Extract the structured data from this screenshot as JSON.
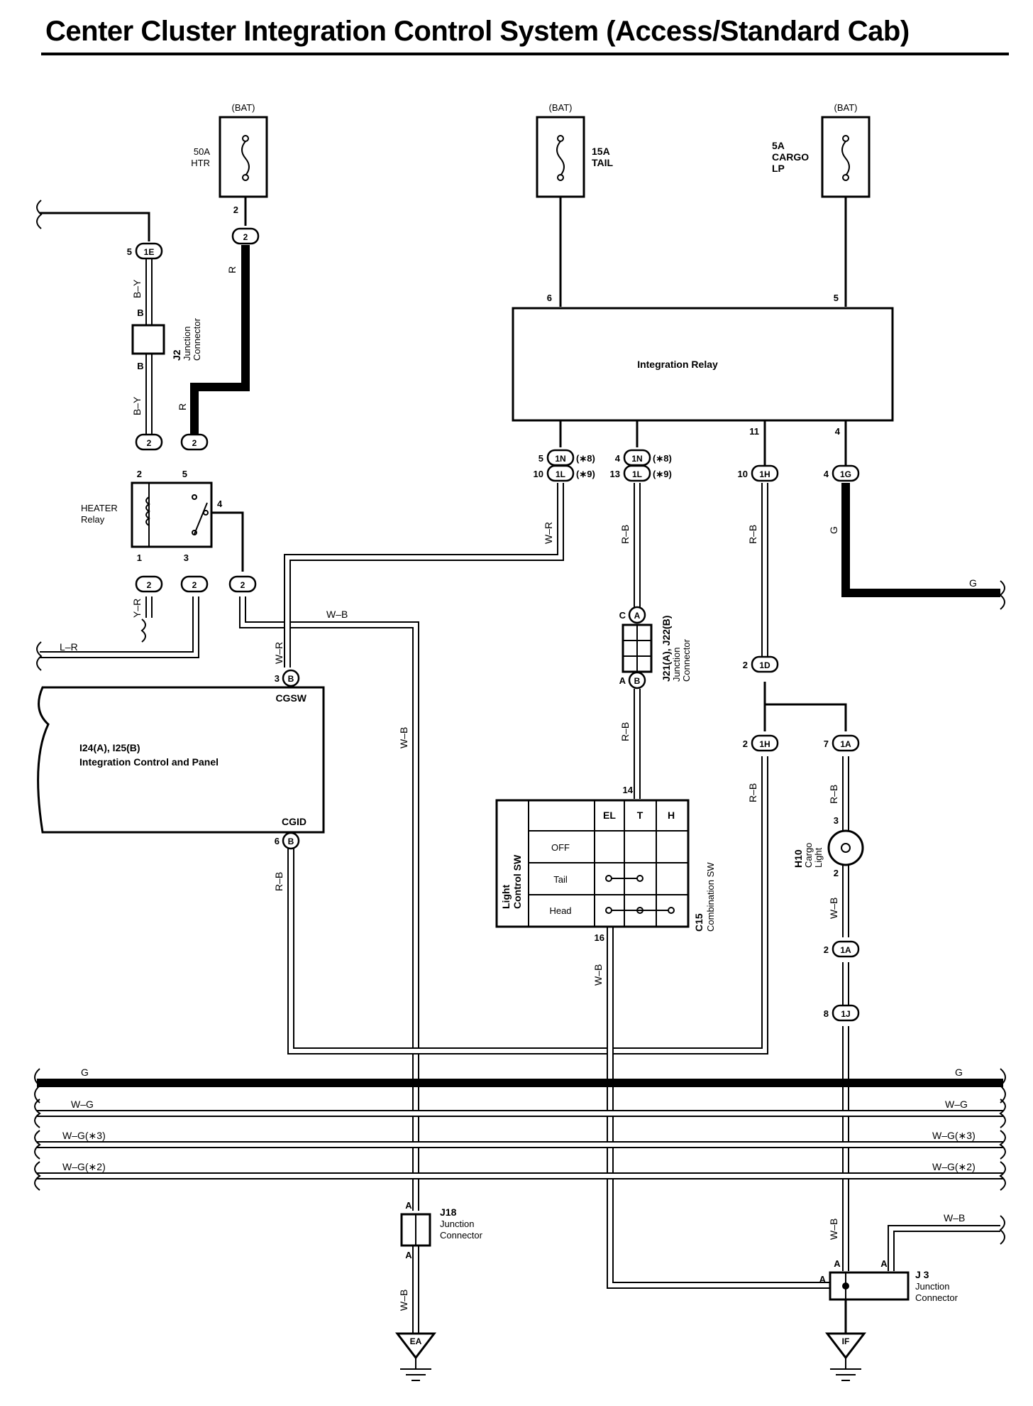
{
  "title": "Center Cluster Integration Control System (Access/Standard Cab)",
  "power": {
    "bat": "(BAT)",
    "fuse_htr": [
      "50A",
      "HTR"
    ],
    "fuse_tail": [
      "15A",
      "TAIL"
    ],
    "fuse_cargo": [
      "5A",
      "CARGO",
      "LP"
    ]
  },
  "components": {
    "j2": [
      "J2",
      "Junction",
      "Connector"
    ],
    "heater_relay": [
      "HEATER",
      "Relay"
    ],
    "integration_relay": "Integration Relay",
    "panel": [
      "I24(A), I25(B)",
      "Integration Control and Panel"
    ],
    "cgsw": "CGSW",
    "cgid": "CGID",
    "j21": [
      "J21(A), J22(B)",
      "Junction",
      "Connector"
    ],
    "light_sw": [
      "Light",
      "Control SW"
    ],
    "combination_sw": [
      "C15",
      "Combination SW"
    ],
    "sw_cols": [
      "EL",
      "T",
      "H"
    ],
    "sw_rows": [
      "OFF",
      "Tail",
      "Head"
    ],
    "h10": [
      "H10",
      "Cargo",
      "Light"
    ],
    "j18": [
      "J18",
      "Junction",
      "Connector"
    ],
    "j3": [
      "J 3",
      "Junction",
      "Connector"
    ],
    "ground_ea": "EA",
    "ground_if": "IF"
  },
  "connectors": {
    "c1E": "1E",
    "c2": "2",
    "c1N": "1N",
    "c1L": "1L",
    "c1H": "1H",
    "c1G": "1G",
    "c1D": "1D",
    "c1A": "1A",
    "c1J": "1J",
    "cA": "A",
    "cB": "B",
    "cC": "C"
  },
  "wires": {
    "BY": "B–Y",
    "B": "B",
    "R": "R",
    "YR": "Y–R",
    "LR": "L–R",
    "WR": "W–R",
    "WB": "W–B",
    "RB": "R–B",
    "G": "G",
    "WG": "W–G",
    "WG3": "W–G(∗3)",
    "WG2": "W–G(∗2)",
    "n8": "(∗8)",
    "n9": "(∗9)"
  },
  "pins": {
    "p1": "1",
    "p2": "2",
    "p3": "3",
    "p4": "4",
    "p5": "5",
    "p6": "6",
    "p7": "7",
    "p8": "8",
    "p10": "10",
    "p11": "11",
    "p13": "13",
    "p14": "14",
    "p16": "16"
  }
}
